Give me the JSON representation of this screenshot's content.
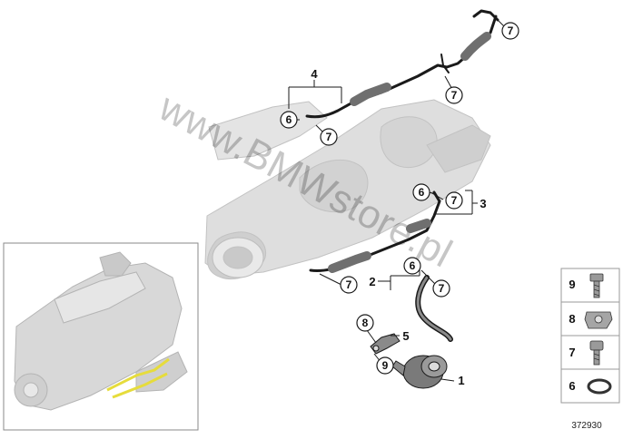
{
  "watermark": "www.BMWstore.pl",
  "diagram_id": "372930",
  "callouts": {
    "c7_top_right": "7",
    "c7_upper_mid": "7",
    "c6_upper_left": "6",
    "c7_upper_left": "7",
    "c6_middle": "6",
    "c7_middle": "7",
    "c7_lower_left": "7",
    "c6_lower": "6",
    "c7_lower_right": "7",
    "c8_pump": "8",
    "c9_pump": "9"
  },
  "labels": {
    "part_4": "4",
    "part_3": "3",
    "part_2": "2",
    "part_5": "5",
    "part_1": "1"
  },
  "legend": [
    {
      "number": "9",
      "icon": "bolt-icon"
    },
    {
      "number": "8",
      "icon": "clip-nut-icon"
    },
    {
      "number": "7",
      "icon": "hex-bolt-icon"
    },
    {
      "number": "6",
      "icon": "seal-ring-icon"
    }
  ],
  "colors": {
    "line": "#1a1a1a",
    "part_gray": "#7a7a7a",
    "engine_gray": "#d6d6d6",
    "highlight": "#e6dc3c"
  }
}
